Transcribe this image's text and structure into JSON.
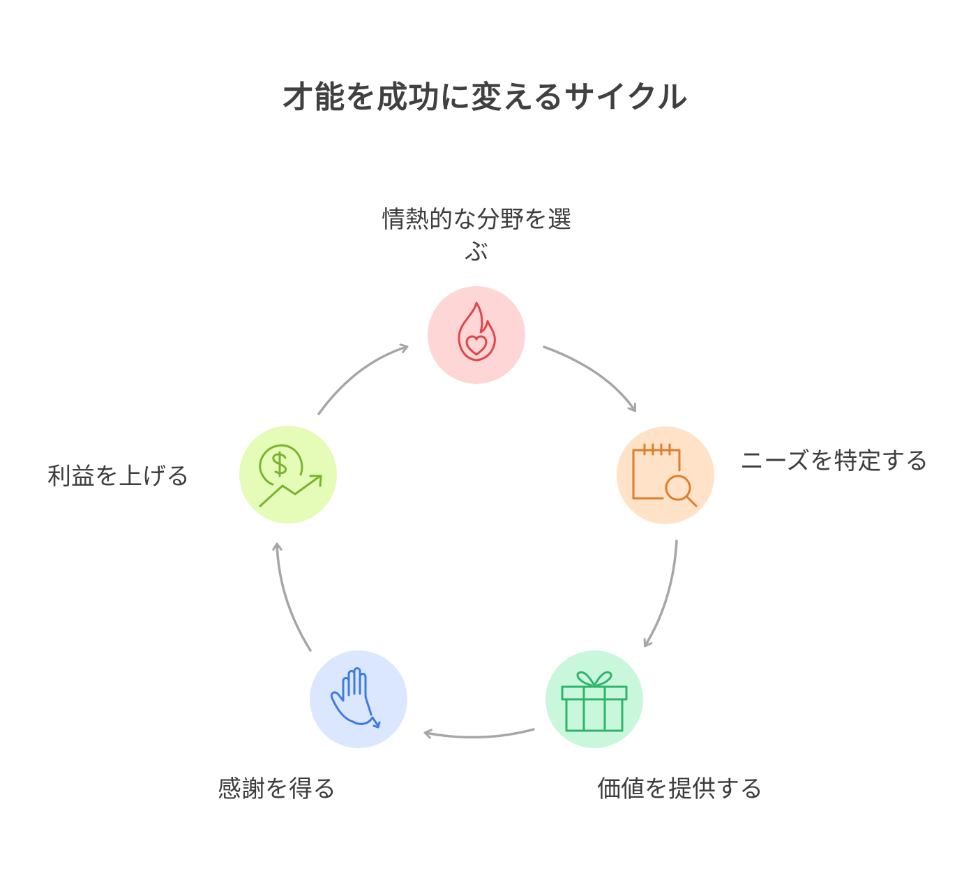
{
  "title": "才能を成功に変えるサイクル",
  "nodes": [
    {
      "label": "情熱的な分野を選ぶ",
      "icon": "flame-heart-icon",
      "fill": "#ffd6d6",
      "stroke": "#e0454a"
    },
    {
      "label": "ニーズを特定する",
      "icon": "calendar-search-icon",
      "fill": "#ffe2c8",
      "stroke": "#e07d2a"
    },
    {
      "label": "価値を提供する",
      "icon": "gift-icon",
      "fill": "#c9f7dc",
      "stroke": "#2fb56b"
    },
    {
      "label": "感謝を得る",
      "icon": "waving-hand-icon",
      "fill": "#dbe6ff",
      "stroke": "#3d7be0"
    },
    {
      "label": "利益を上げる",
      "icon": "dollar-growth-icon",
      "fill": "#e5fbb8",
      "stroke": "#7ab32e"
    }
  ],
  "arrow_color": "#a6a6a6"
}
